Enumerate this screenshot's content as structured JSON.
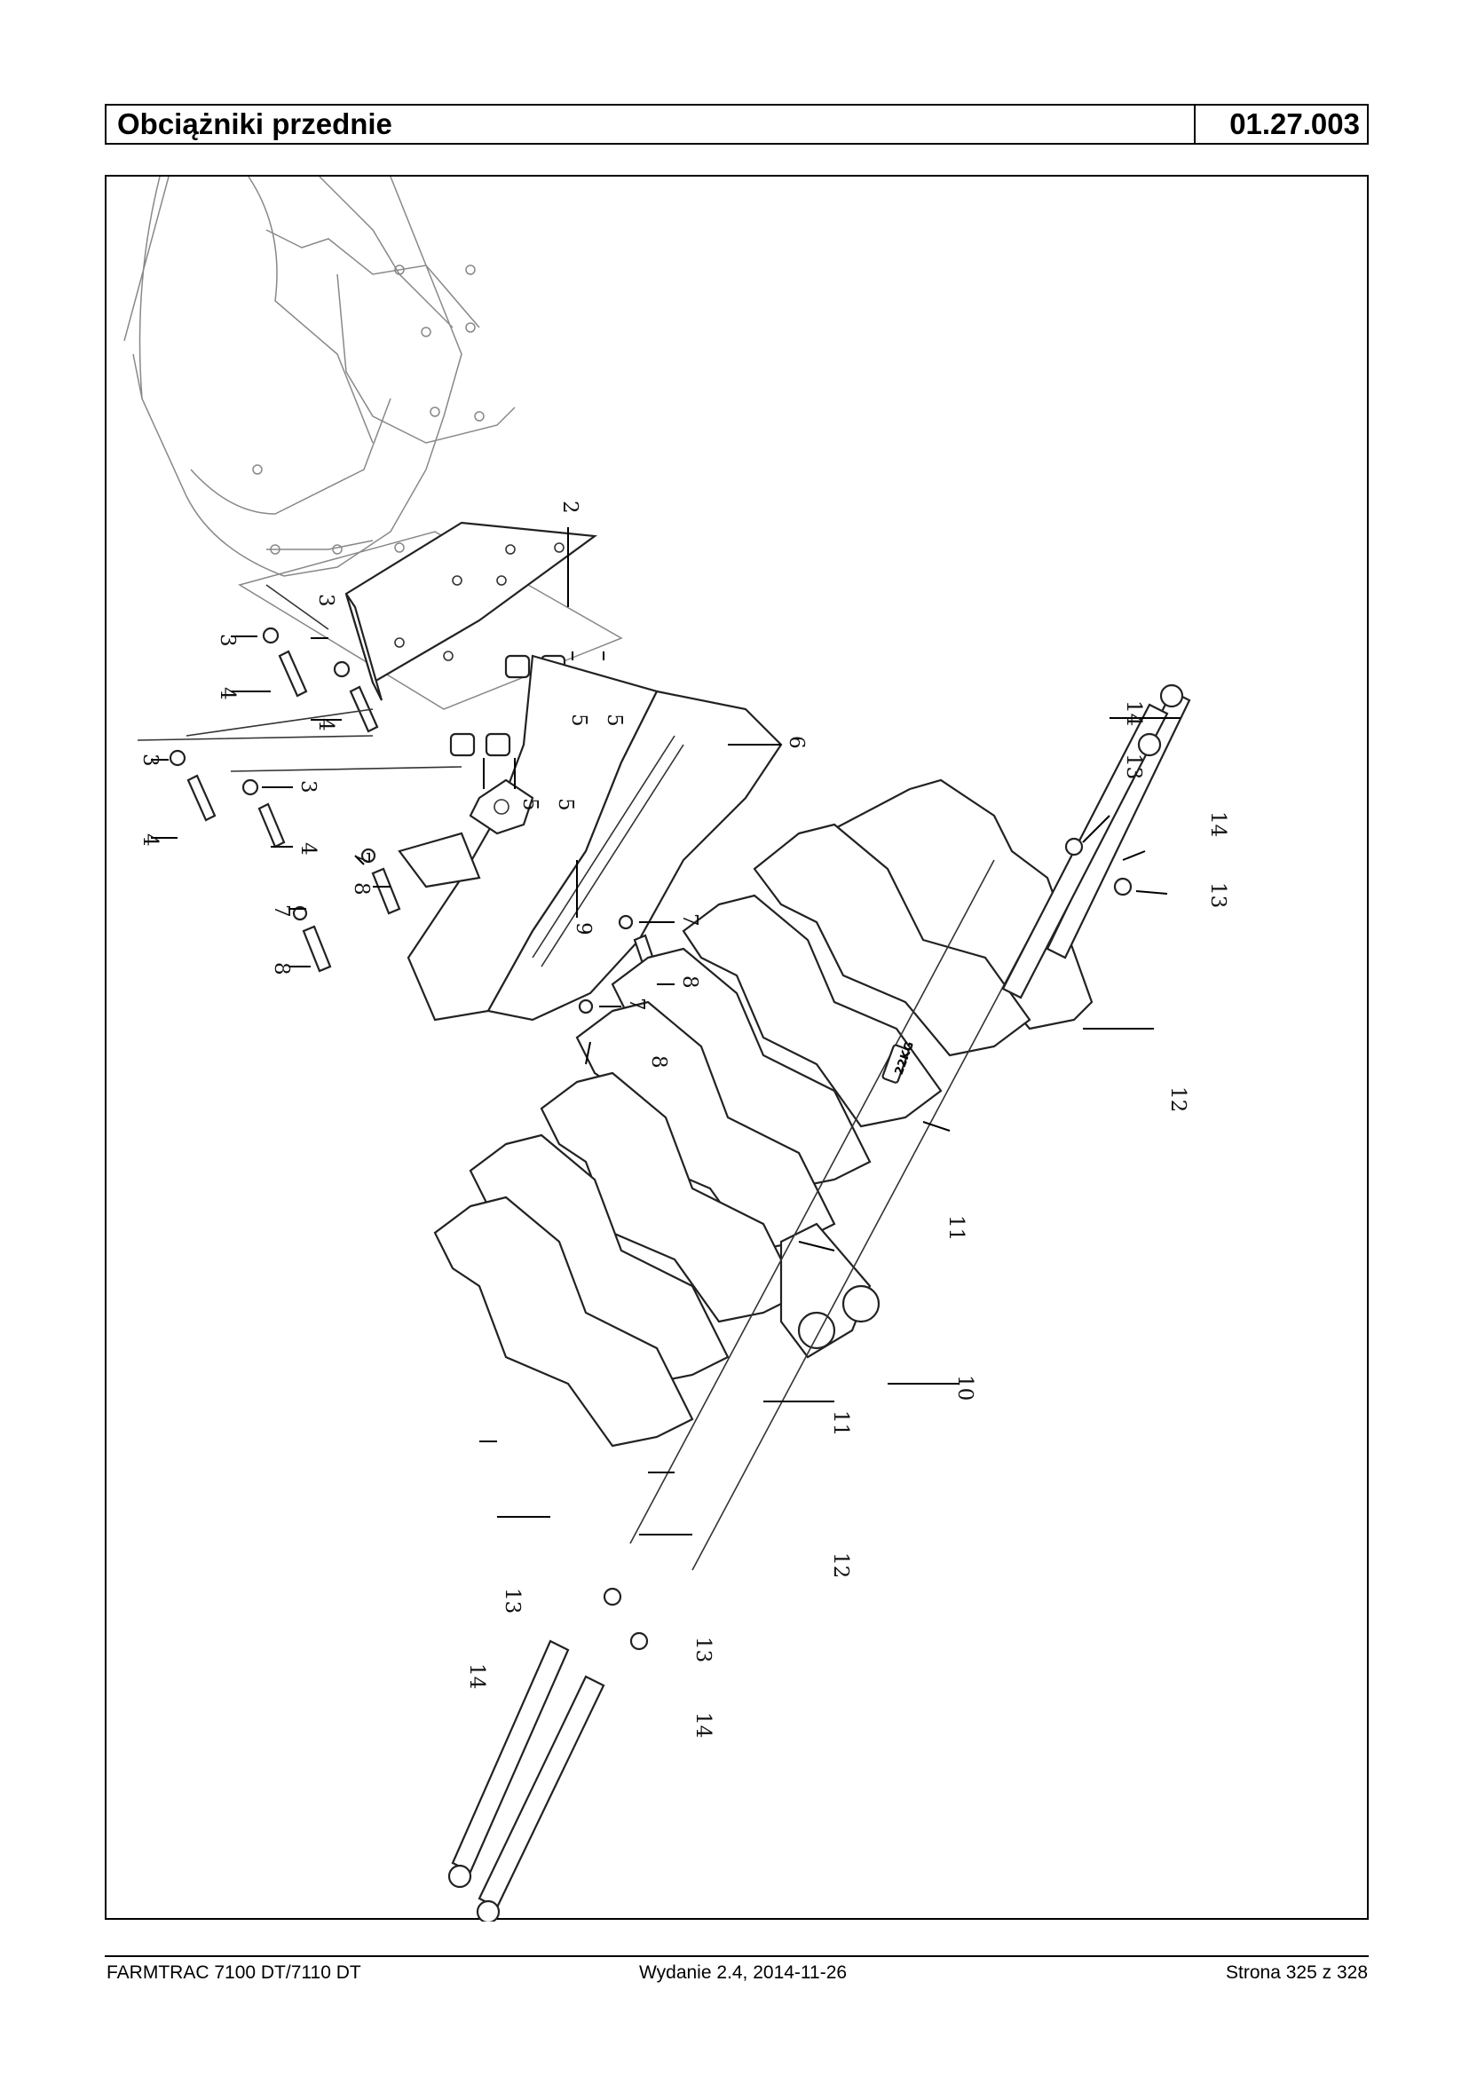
{
  "header": {
    "title": "Obciążniki przednie",
    "code": "01.27.003"
  },
  "footer": {
    "model": "FARMTRAC 7100 DT/7110 DT",
    "edition": "Wydanie 2.4,  2014-11-26",
    "page": "Strona 325 z 328"
  },
  "drawing": {
    "weight_marking": "22KG",
    "callouts": [
      "2",
      "3",
      "3",
      "3",
      "3",
      "4",
      "4",
      "4",
      "4",
      "5",
      "5",
      "5",
      "5",
      "6",
      "7",
      "7",
      "7",
      "7",
      "8",
      "8",
      "8",
      "8",
      "9",
      "10",
      "11",
      "11",
      "12",
      "12",
      "13",
      "13",
      "13",
      "13",
      "14",
      "14",
      "14",
      "14"
    ]
  }
}
